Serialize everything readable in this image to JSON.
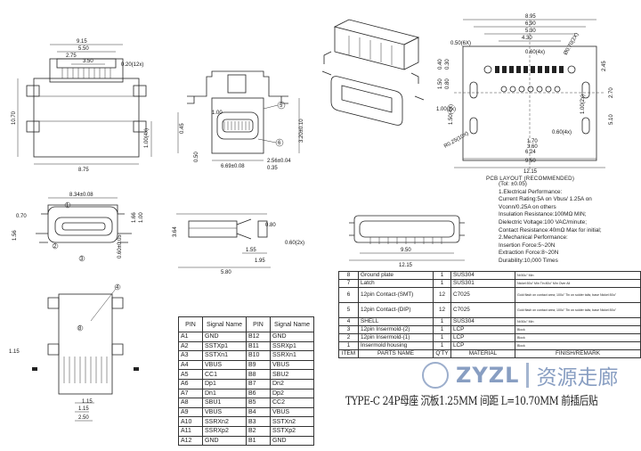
{
  "dims": {
    "top_view": [
      "9.15",
      "5.50",
      "2.75",
      "3.50",
      "0.20(12x)",
      "10.70",
      "1.00(4x)",
      "8.75"
    ],
    "front_view": [
      "0.45",
      "3.20±0.10",
      "0.50",
      "6.69±0.08",
      "2.56±0.04",
      "0.35",
      "1.00"
    ],
    "side_view": [
      "8.34±0.08",
      "0.70",
      "1.66",
      "1.00",
      "0.60±0.05",
      "1.56"
    ],
    "end_view": [
      "3.64",
      "1.55",
      "5.80",
      "0.60(2x)",
      "1.95",
      "0.80"
    ],
    "flat_view": [
      "12.15",
      "9.50"
    ],
    "pcb": [
      "8.95",
      "6.90",
      "5.30",
      "4.30",
      "0.50(6X)",
      "Ø0.70(2X)",
      "0.40",
      "0.30",
      "1.50",
      "0.80",
      "2.45",
      "0.60(4x)",
      "1.00(2x)",
      "1.50(4X)",
      "1.00(2x)",
      "2.70",
      "5.10",
      "R0.25(10X)",
      "0.60(4x)",
      "1.70",
      "3.60",
      "6.24",
      "9.50",
      "12.15"
    ]
  },
  "part_callouts": [
    "5",
    "6",
    "1",
    "2",
    "3",
    "4",
    "8"
  ],
  "pcb_layout": {
    "title": "PCB LAYOUT (RECOMMENDED)",
    "tolerance": "(Tol: ±0.05)",
    "notes": [
      "1.Electrical Performance:",
      "  Current Rating:5A on Vbus/ 1.25A on",
      "  Vconn/0.25A on others",
      "  Insulation Resistance:100MΩ MIN;",
      "  Dielectric Voltage:100 VAC/minute;",
      "  Contact Resistance:40mΩ Max for initial;",
      "2.Mechanical Performance:",
      "  Insertion Force:5~20N",
      "  Extraction Force:8~20N",
      "  Durability:10,000 Times"
    ]
  },
  "pin_table": {
    "headers": [
      "PIN",
      "Signal Name",
      "PIN",
      "Signal Name"
    ],
    "rows": [
      [
        "A1",
        "GND",
        "B12",
        "GND"
      ],
      [
        "A2",
        "SSTXp1",
        "B11",
        "SSRXp1"
      ],
      [
        "A3",
        "SSTXn1",
        "B10",
        "SSRXn1"
      ],
      [
        "A4",
        "VBUS",
        "B9",
        "VBUS"
      ],
      [
        "A5",
        "CC1",
        "B8",
        "SBU2"
      ],
      [
        "A6",
        "Dp1",
        "B7",
        "Dn2"
      ],
      [
        "A7",
        "Dn1",
        "B6",
        "Dp2"
      ],
      [
        "A8",
        "SBU1",
        "B5",
        "CC2"
      ],
      [
        "A9",
        "VBUS",
        "B4",
        "VBUS"
      ],
      [
        "A10",
        "SSRXn2",
        "B3",
        "SSTXn2"
      ],
      [
        "A11",
        "SSRXp2",
        "B2",
        "SSTXp2"
      ],
      [
        "A12",
        "GND",
        "B1",
        "GND"
      ]
    ]
  },
  "bom_table": {
    "headers": [
      "ITEM",
      "PARTS NAME",
      "Q'TY",
      "MATERIAL",
      "FINISH/REMARK"
    ],
    "rows": [
      [
        "8",
        "Ground plate",
        "1",
        "SUS304",
        "Ni:50u\" Min"
      ],
      [
        "7",
        "Latch",
        "1",
        "SUS301",
        "Nickel:50u\" Min Tin:80u\" Min Over All"
      ],
      [
        "6",
        "12pin Contact-(SMT)",
        "12",
        "C7025",
        "Gold flash on contact area; 100u\" Tin on solder tails; base Nickel:50u\""
      ],
      [
        "5",
        "12pin Contact-(DIP)",
        "12",
        "C7025",
        "Gold flash on contact area; 100u\" Tin on solder tails; base Nickel:50u\""
      ],
      [
        "4",
        "SHELL",
        "1",
        "SUS304",
        "Ni:50u\" Min"
      ],
      [
        "3",
        "12pin Insermold-(2)",
        "1",
        "LCP",
        "Block"
      ],
      [
        "2",
        "12pin Insermold-(1)",
        "1",
        "LCP",
        "Block"
      ],
      [
        "1",
        "Insermold housing",
        "1",
        "LCP",
        "Block"
      ]
    ]
  },
  "footer_title": "TYPE-C 24P母座 沉板1.25MM 间距 L=10.70MM 前插后贴",
  "watermark": {
    "brand": "ZYZL",
    "cn": "资源走廊"
  },
  "colors": {
    "ink": "#222222",
    "watermark": "#5a78aa"
  }
}
